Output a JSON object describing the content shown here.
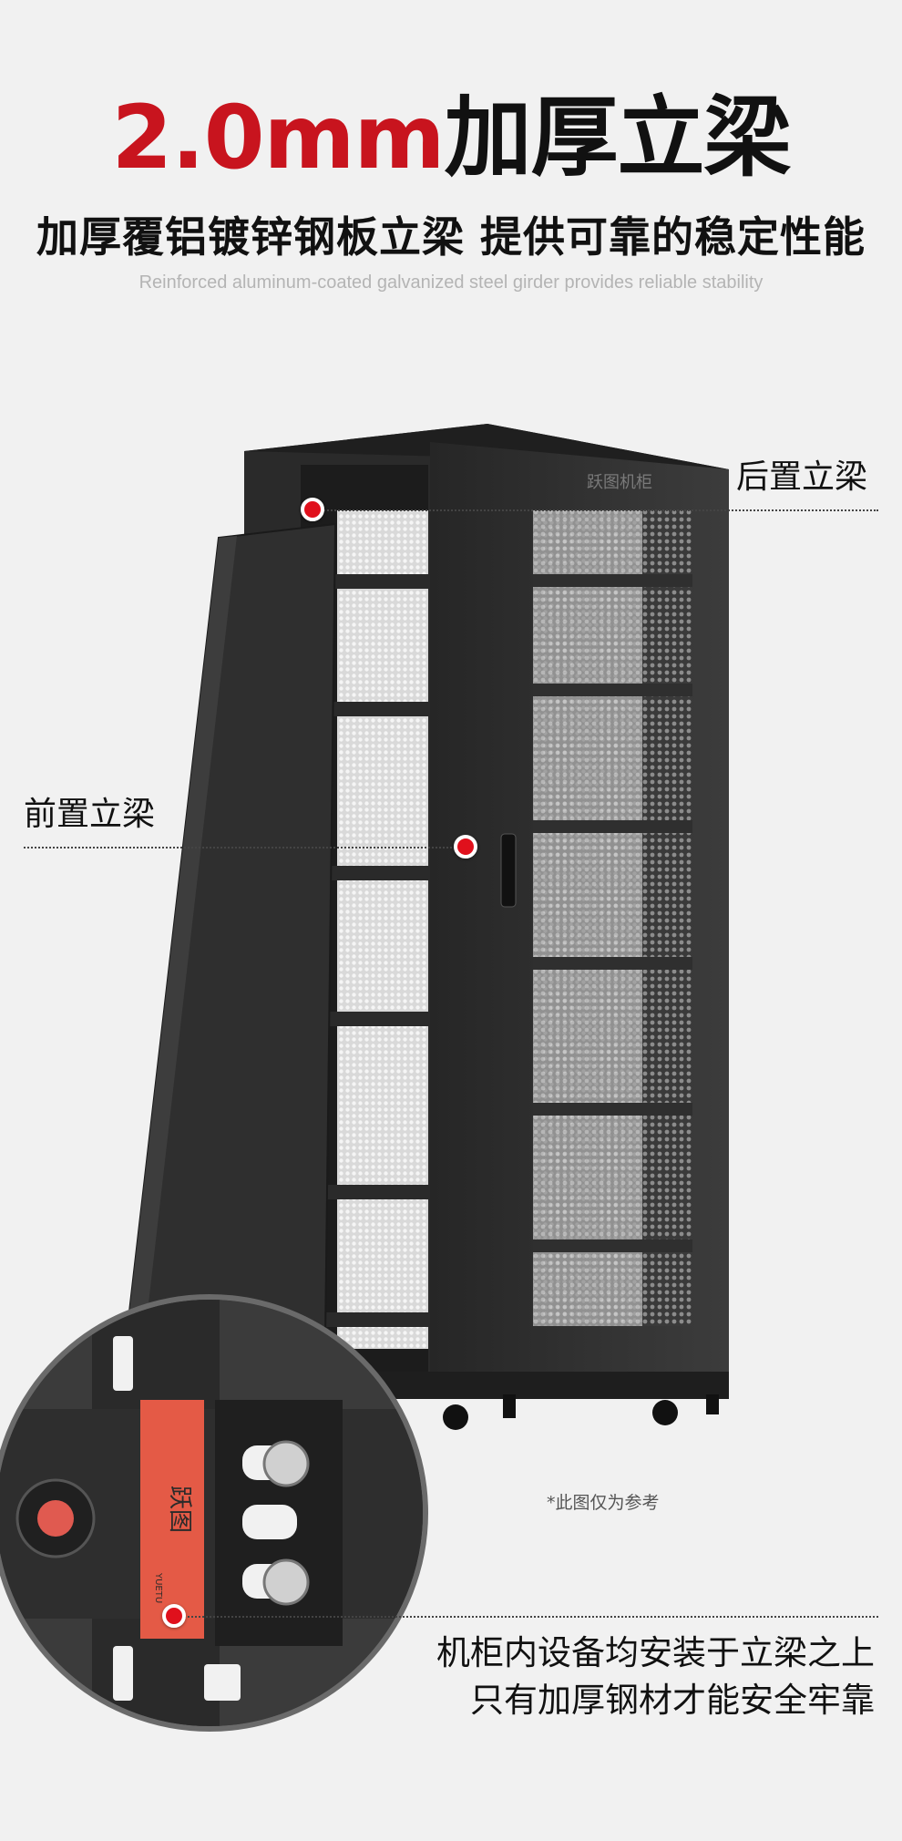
{
  "header": {
    "title_red": "2.0mm",
    "title_black": "加厚立梁",
    "subtitle": "加厚覆铝镀锌钢板立梁 提供可靠的稳定性能",
    "subtitle_en": "Reinforced aluminum-coated galvanized steel girder provides reliable stability"
  },
  "product": {
    "brand_mark": "跃图机柜",
    "zoom_brand": "跃图",
    "zoom_brand_small": "YUETU"
  },
  "labels": {
    "rear": "后置立梁",
    "front": "前置立梁"
  },
  "note": "*此图仅为参考",
  "bottom": {
    "line1": "机柜内设备均安装于立梁之上",
    "line2": "只有加厚钢材才能安全牢靠"
  },
  "colors": {
    "accent_red": "#c8141e",
    "background": "#f1f1f1",
    "cabinet": "#2b2b2b"
  }
}
